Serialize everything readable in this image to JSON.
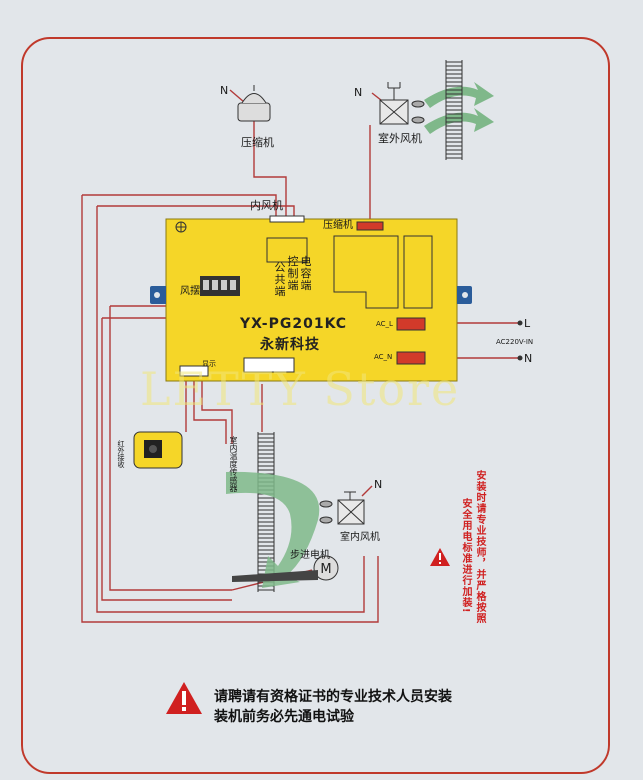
{
  "board": {
    "model": "YX-PG201KC",
    "brand": "永新科技",
    "labels": {
      "swing": "风摆",
      "common": [
        "公",
        "共",
        "端"
      ],
      "control": [
        "控",
        "制",
        "端"
      ],
      "capacitor": [
        "电",
        "容",
        "端"
      ],
      "compressor_terminal": "压缩机",
      "ac_l": "AC_L",
      "ac_n": "AC_N",
      "display": "显示"
    }
  },
  "components": {
    "compressor": "压缩机",
    "outdoor_fan": "室外风机",
    "indoor_fan_top": "内风机",
    "indoor_fan": "室内风机",
    "stepper_motor": "步进电机",
    "ir_receiver": "红外接收",
    "temp_sensor": "室内温度传感器"
  },
  "power": {
    "L": "L",
    "N": "N",
    "spec": "AC220V-IN"
  },
  "neutral_labels": [
    "N",
    "N",
    "N"
  ],
  "warning_side": [
    "安装时请专业技师，并严格按照",
    "安全用电标准进行加装!"
  ],
  "warning_bottom": [
    "请聘请有资格证书的专业技术人员安装",
    "装机前务必先通电试验"
  ],
  "watermark": "LETTY Store",
  "colors": {
    "board": "#f5d628",
    "wire": "#b23a3a",
    "frame": "#c0392b",
    "arrow_green": "#7fb88a",
    "warning_red": "#d02020"
  }
}
